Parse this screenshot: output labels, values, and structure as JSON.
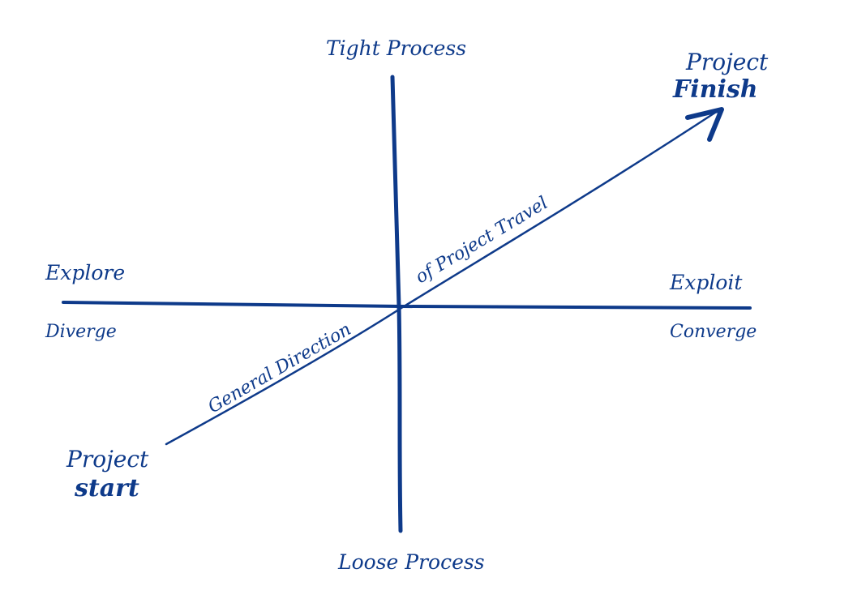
{
  "colors": {
    "ink": "#0e3a8a"
  },
  "labels": {
    "top": "Tight Process",
    "bottom": "Loose Process",
    "left_top": "Explore",
    "left_bottom": "Diverge",
    "right_top": "Exploit",
    "right_bottom": "Converge",
    "start_line1": "Project",
    "start_line2": "start",
    "finish_line1": "Project",
    "finish_line2": "Finish",
    "direction_left": "General Direction",
    "direction_right": "of Project Travel"
  }
}
